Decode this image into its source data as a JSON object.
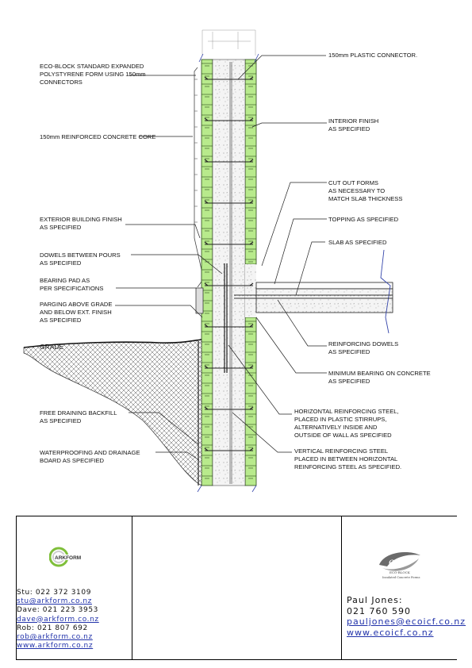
{
  "callouts_left": [
    "ECO-BLOCK STANDARD EXPANDED",
    "POLYSTYRENE FORM USING 150mm",
    "CONNECTORS",
    "150mm REINFORCED CONCRETE CORE",
    "EXTERIOR BUILDING FINISH",
    "AS SPECIFIED",
    "DOWELS BETWEEN POURS",
    "AS SPECIFIED",
    "BEARING PAD AS",
    "PER SPECIFICATIONS",
    "PARGING ABOVE GRADE",
    "AND BELOW EXT. FINISH",
    "AS SPECIFIED",
    "GRADE",
    "FREE DRAINING BACKFILL",
    "AS SPECIFIED",
    "WATERPROOFING AND DRAINAGE",
    "BOARD AS SPECIFIED"
  ],
  "callouts_right": [
    "150mm PLASTIC CONNECTOR.",
    "INTERIOR FINISH",
    "AS SPECIFIED",
    "CUT OUT FORMS",
    "AS NECESSARY TO",
    "MATCH SLAB THICKNESS",
    "TOPPING AS SPECIFIED",
    "SLAB AS SPECIFIED",
    "REINFORCING DOWELS",
    "AS SPECIFIED",
    "MINIMUM BEARING ON CONCRETE",
    "AS SPECIFIED",
    "HORIZONTAL REINFORCING STEEL,",
    "PLACED IN PLASTIC STIRRUPS,",
    "ALTERNATIVELY INSIDE AND",
    "OUTSIDE OF WALL AS SPECIFIED",
    "VERTICAL REINFORCING STEEL",
    "PLACED IN BETWEEN HORIZONTAL",
    "REINFORCING STEEL AS SPECIFIED."
  ],
  "title_block": {
    "arkform_logo_text": "ARKFORM",
    "arkform_contacts": [
      {
        "text": "Stu:  022  372  3109",
        "link": false
      },
      {
        "text": "stu@arkform.co.nz",
        "link": true
      },
      {
        "text": "Dave:  021  223  3953",
        "link": false
      },
      {
        "text": "dave@arkform.co.nz",
        "link": true
      },
      {
        "text": "Rob:  021  807  692",
        "link": false
      },
      {
        "text": "rob@arkform.co.nz",
        "link": true
      },
      {
        "text": "www.arkform.co.nz",
        "link": true
      }
    ],
    "eco_logo_text": "eco",
    "eco_logo_sub1": "ECO-BLOCK",
    "eco_logo_sub2": "Insulated Concrete Forms",
    "eco_contacts": [
      {
        "text": "Paul  Jones:",
        "link": false
      },
      {
        "text": "021  760  590",
        "link": false
      },
      {
        "text": "pauljones@ecoicf.co.nz",
        "link": true
      },
      {
        "text": "www.ecoicf.co.nz",
        "link": true
      }
    ]
  },
  "colors": {
    "eps_green": "#b8ea8c",
    "eps_stroke": "#2a4a1a",
    "concrete": "#f2f2f2",
    "wall_edge": "#3344aa",
    "link_blue": "#2233aa"
  }
}
